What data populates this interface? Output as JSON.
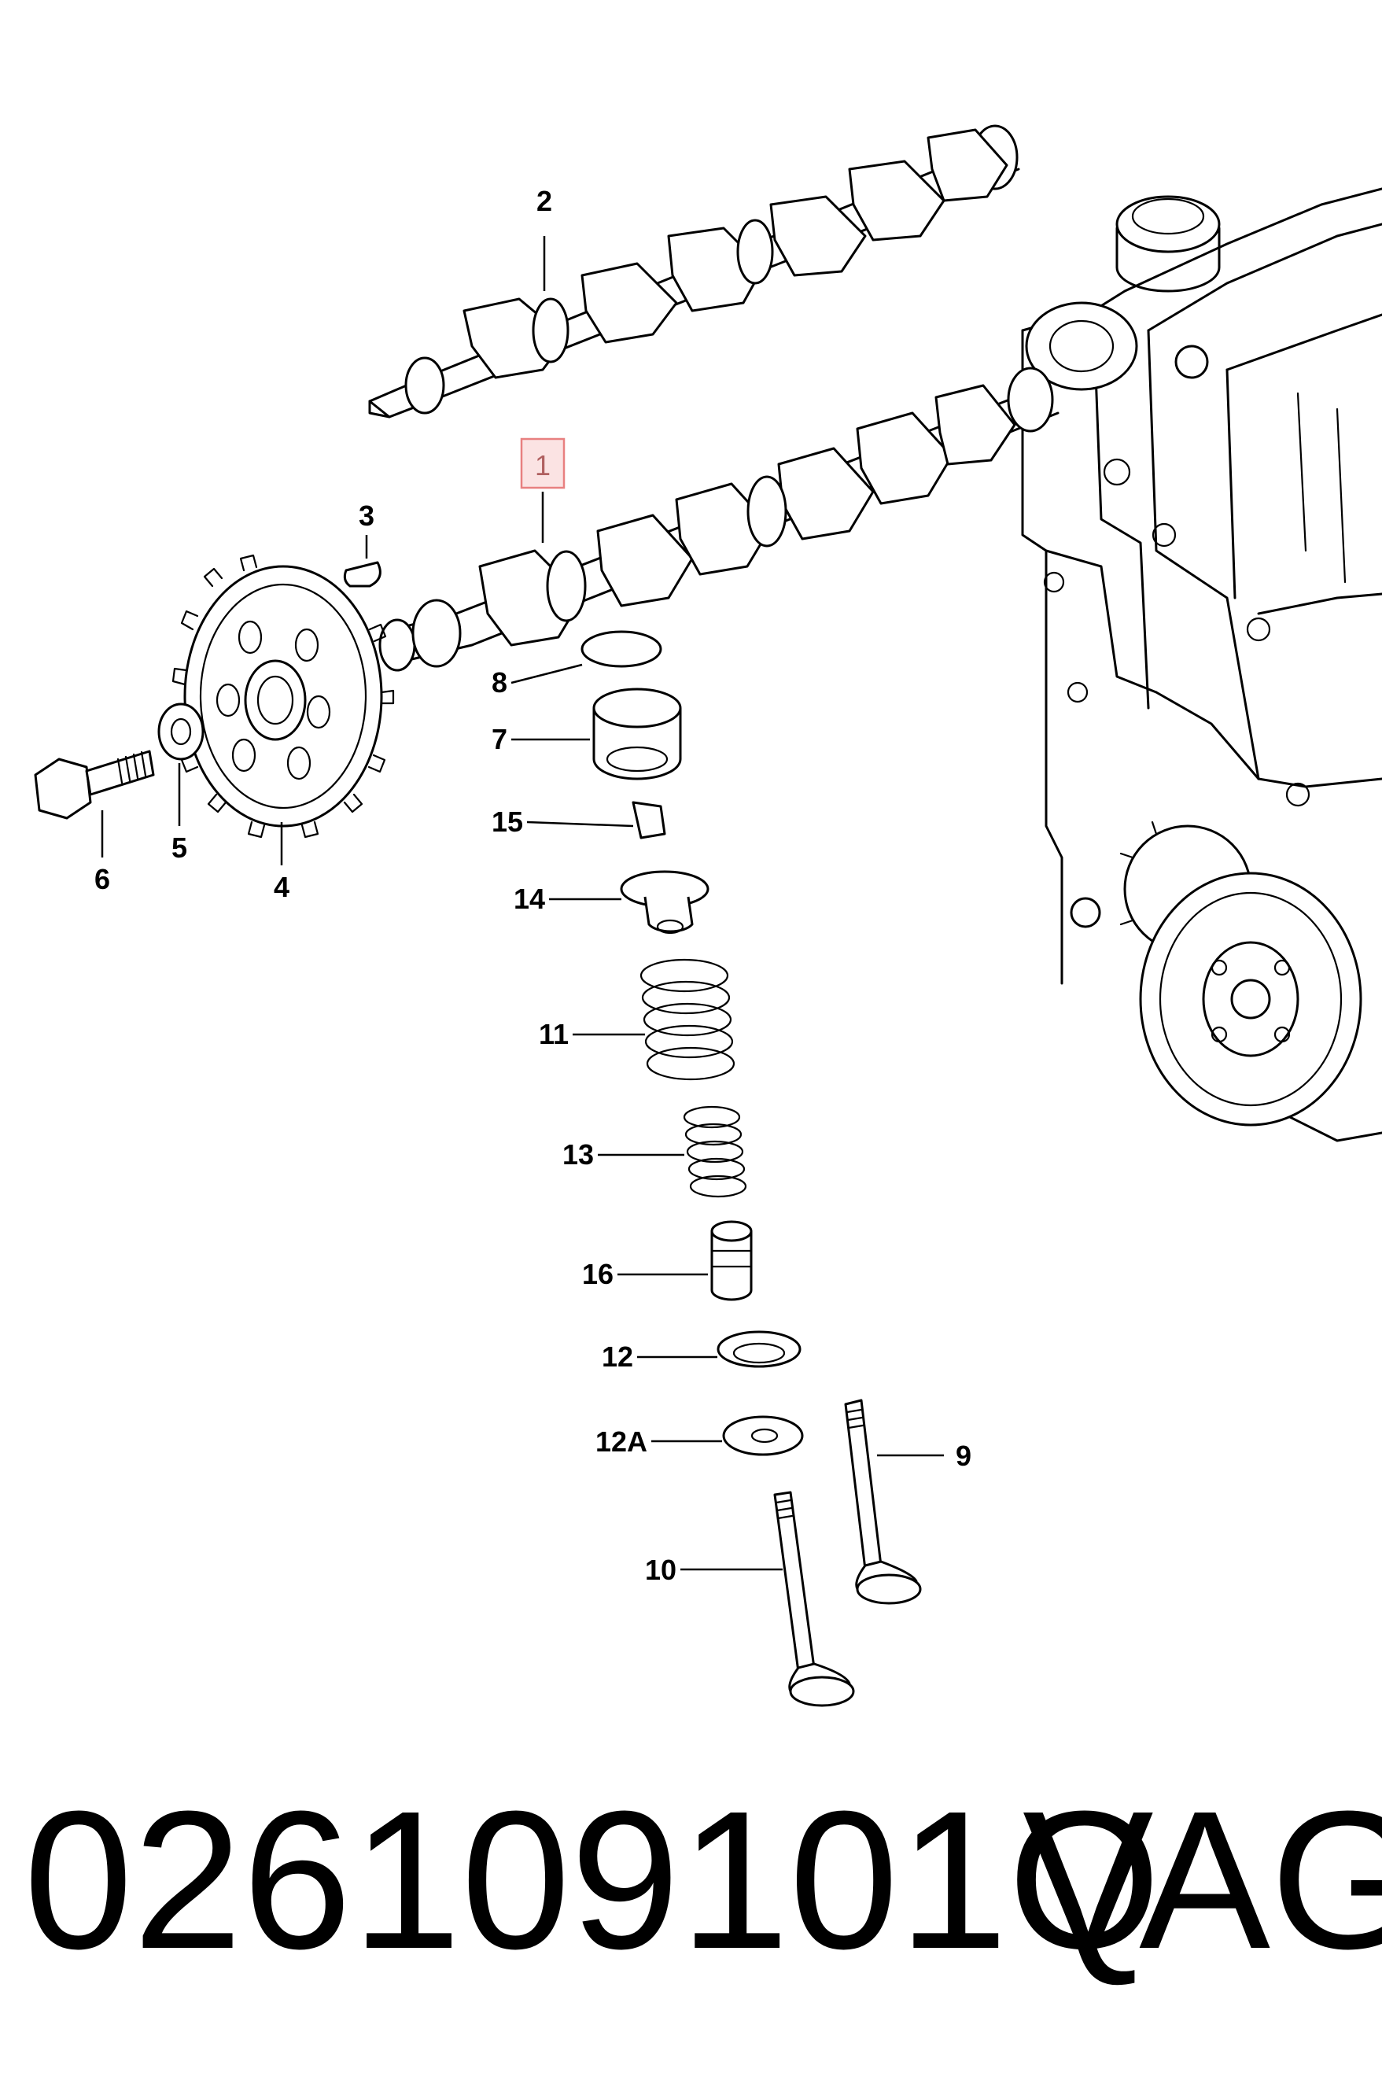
{
  "callouts": {
    "c1": "1",
    "c2": "2",
    "c3": "3",
    "c4": "4",
    "c5": "5",
    "c6": "6",
    "c7": "7",
    "c8": "8",
    "c9": "9",
    "c10": "10",
    "c11": "11",
    "c12": "12",
    "c12a": "12A",
    "c13": "13",
    "c14": "14",
    "c15": "15",
    "c16": "16"
  },
  "highlight": {
    "callout": "1",
    "color": "#e88080"
  },
  "caption": {
    "part_number": "026109101Q",
    "brand": "VAG"
  }
}
